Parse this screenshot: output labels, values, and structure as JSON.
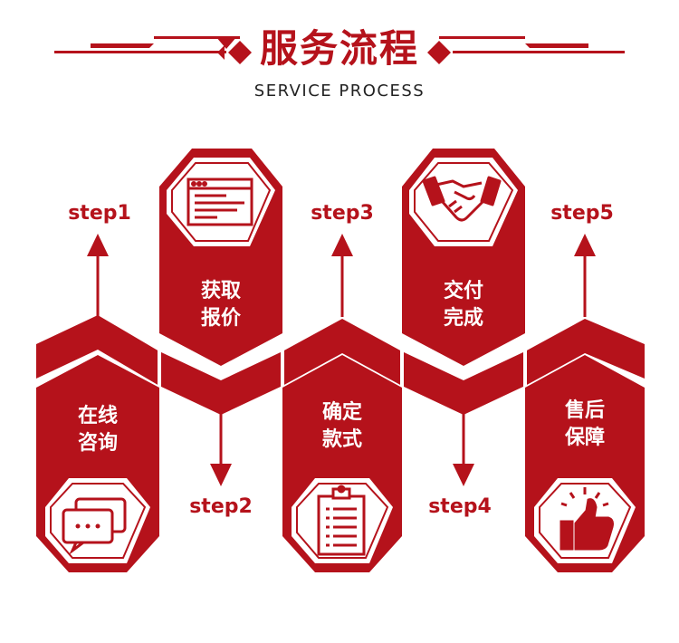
{
  "header": {
    "title": "服务流程",
    "subtitle": "SERVICE PROCESS"
  },
  "colors": {
    "accent": "#b5121b",
    "background": "#ffffff"
  },
  "steps": [
    {
      "label": "step1",
      "line1": "在线",
      "line2": "咨询",
      "icon": "chat-bubbles-icon"
    },
    {
      "label": "step2",
      "line1": "获取",
      "line2": "报价",
      "icon": "browser-window-icon"
    },
    {
      "label": "step3",
      "line1": "确定",
      "line2": "款式",
      "icon": "clipboard-icon"
    },
    {
      "label": "step4",
      "line1": "交付",
      "line2": "完成",
      "icon": "handshake-icon"
    },
    {
      "label": "step5",
      "line1": "售后",
      "line2": "保障",
      "icon": "thumbs-up-icon"
    }
  ]
}
